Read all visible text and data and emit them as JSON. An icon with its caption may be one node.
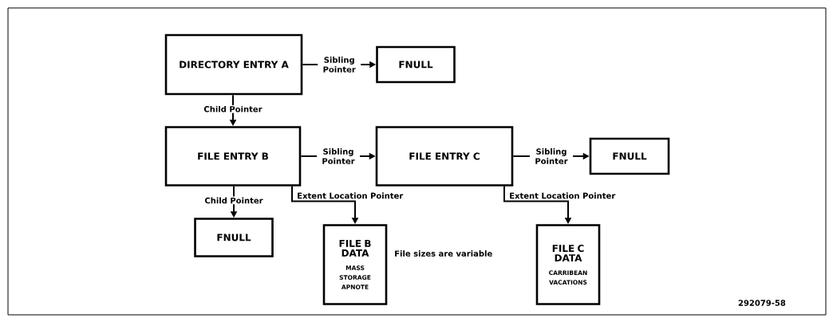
{
  "diagram": {
    "nodes": [
      {
        "text": [
          "DIRECTORY ENTRY A"
        ]
      },
      {
        "text": [
          "FNULL"
        ]
      },
      {
        "text": [
          "FILE ENTRY B"
        ]
      },
      {
        "text": [
          "FILE ENTRY C"
        ]
      },
      {
        "text": [
          "FNULL"
        ]
      },
      {
        "text": [
          "FNULL"
        ]
      },
      {
        "text": [
          "FILE B DATA",
          "MASS STORAGE APNOTE"
        ]
      },
      {
        "text": [
          "FILE C DATA",
          "CARRIBEAN VACATIONS"
        ]
      }
    ],
    "edges": [
      {
        "from": 0,
        "to": 1,
        "arrow": "to",
        "label": "Sibling Pointer"
      },
      {
        "from": 0,
        "to": 2,
        "arrow": "to",
        "label": "Child Pointer"
      },
      {
        "from": 2,
        "to": 3,
        "arrow": "to",
        "label": "Sibling Pointer"
      },
      {
        "from": 3,
        "to": 4,
        "arrow": "to",
        "label": "Sibling Pointer"
      },
      {
        "from": 2,
        "to": 5,
        "arrow": "to",
        "label": "Child Pointer"
      },
      {
        "from": 2,
        "to": 6,
        "arrow": "to",
        "label": "Extent Location Pointer"
      },
      {
        "from": 3,
        "to": 7,
        "arrow": "to",
        "label": "Extent Location Pointer"
      }
    ],
    "labels": [
      "File sizes are variable",
      "292079-58"
    ]
  }
}
